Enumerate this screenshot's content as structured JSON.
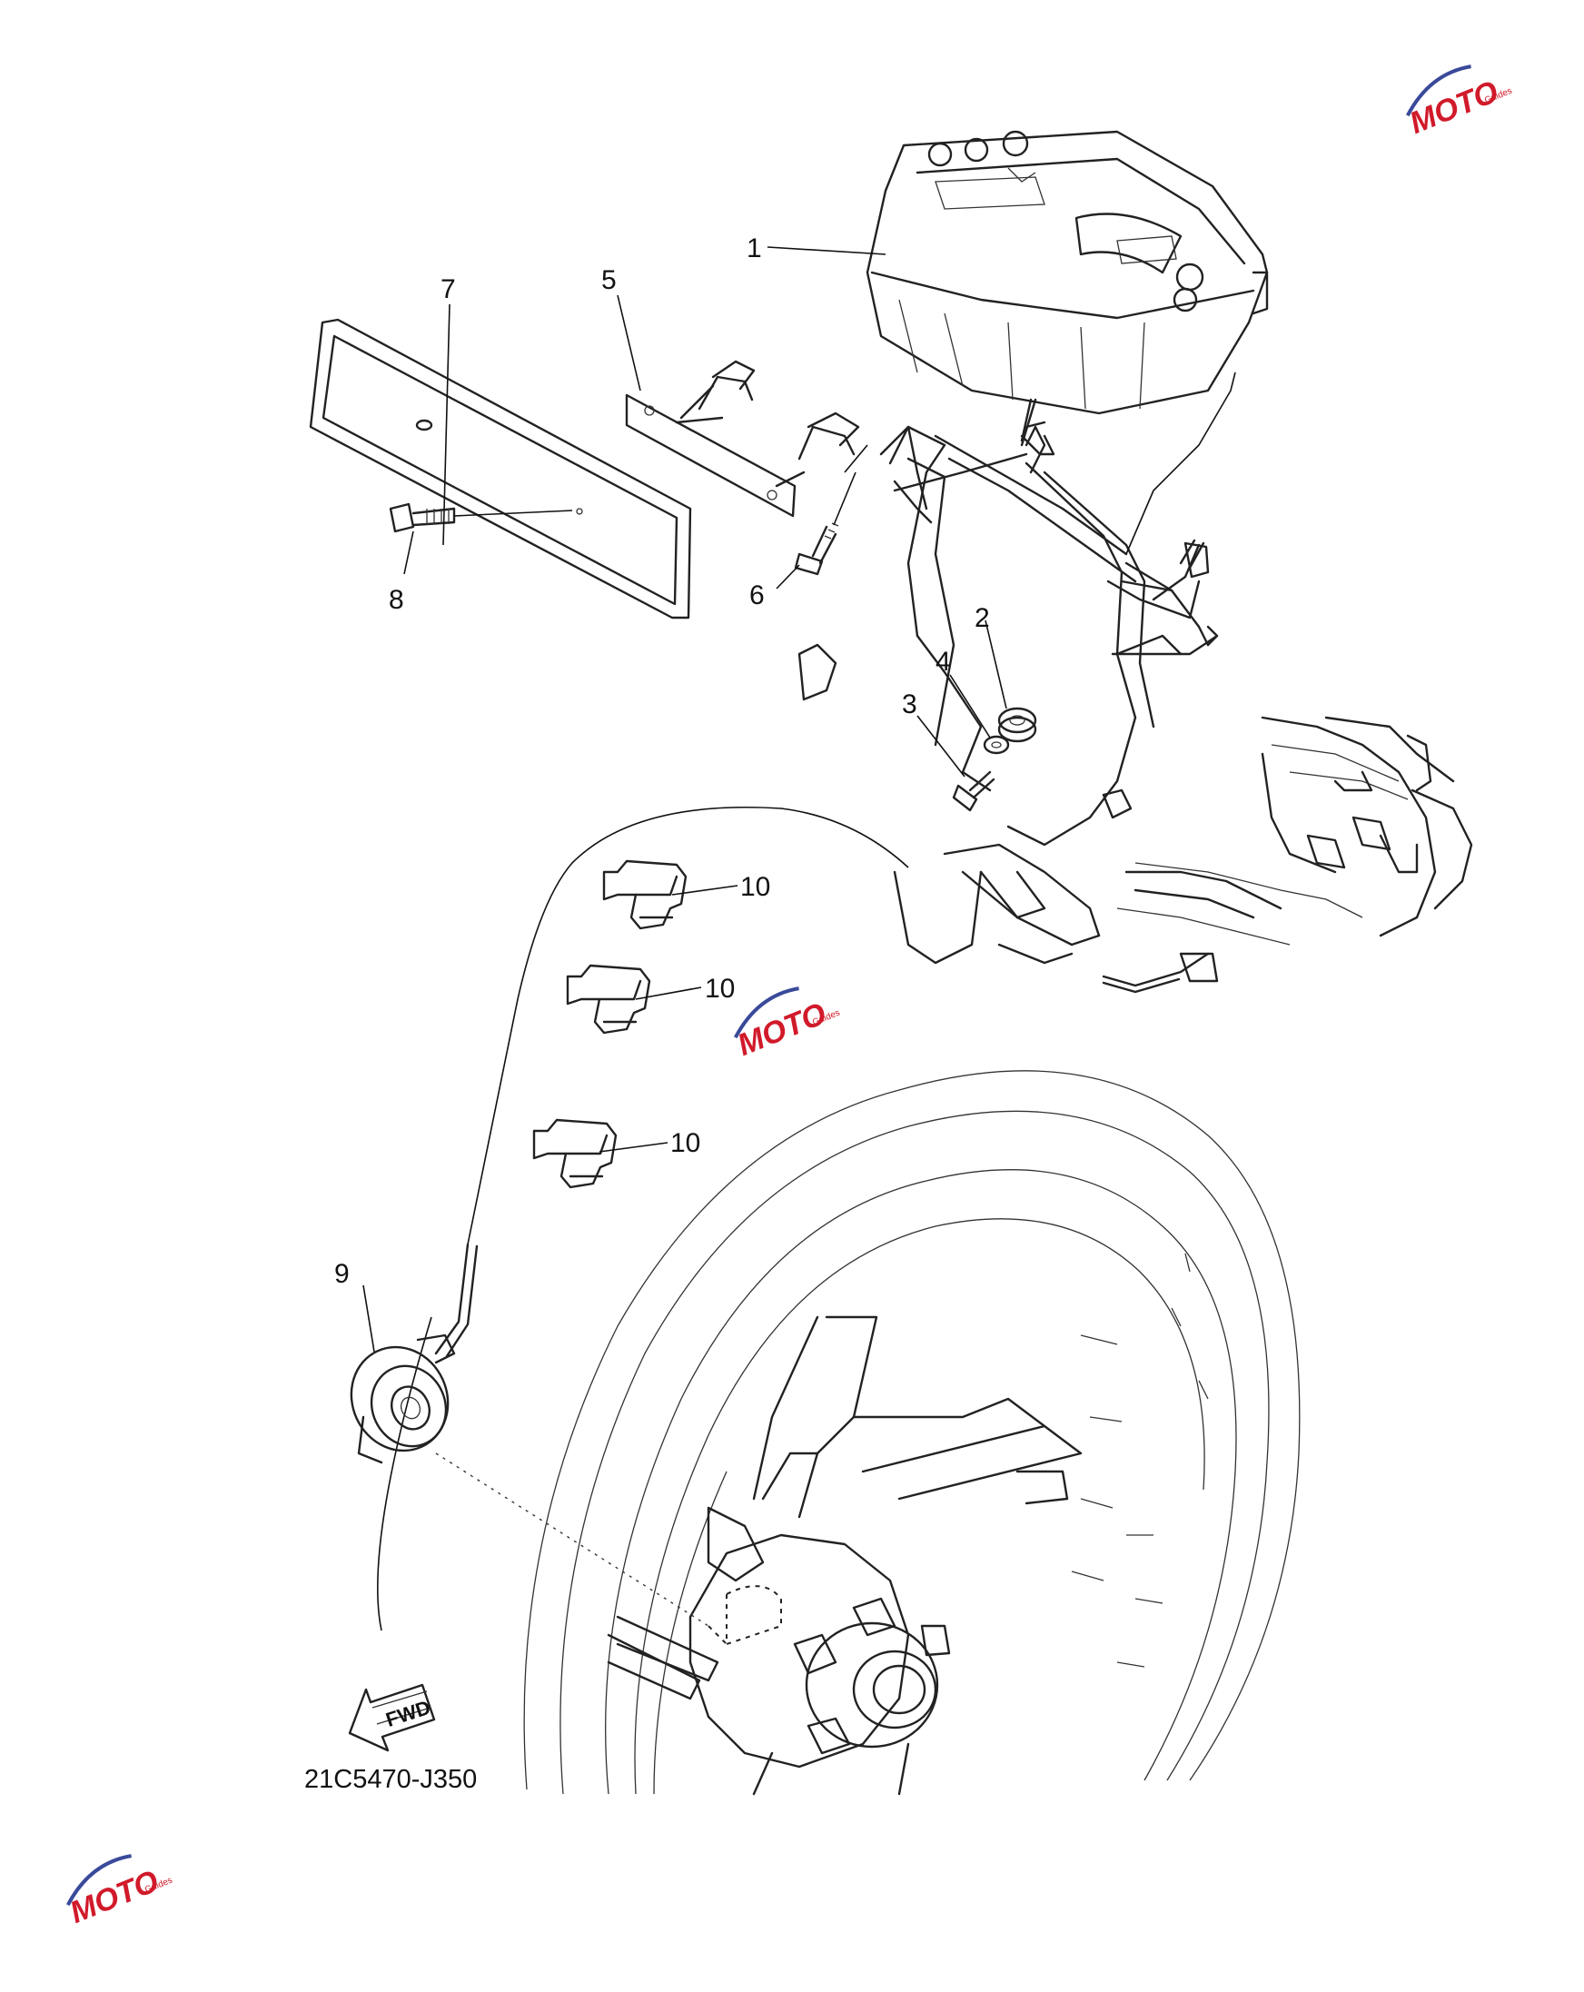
{
  "callouts": [
    {
      "id": "1",
      "text": "1"
    },
    {
      "id": "2",
      "text": "2"
    },
    {
      "id": "3",
      "text": "3"
    },
    {
      "id": "4",
      "text": "4"
    },
    {
      "id": "5",
      "text": "5"
    },
    {
      "id": "6",
      "text": "6"
    },
    {
      "id": "7",
      "text": "7"
    },
    {
      "id": "8",
      "text": "8"
    },
    {
      "id": "9",
      "text": "9"
    },
    {
      "id": "10a",
      "text": "10"
    },
    {
      "id": "10b",
      "text": "10"
    },
    {
      "id": "10c",
      "text": "10"
    }
  ],
  "direction_arrow": {
    "label": "FWD",
    "icon": "fwd-arrow-icon"
  },
  "diagram_code": "21C5470-J350",
  "watermark": {
    "text": "MOTO",
    "sub": "Guides",
    "color": "#d11a2a",
    "swoosh_color": "#3a4a9a"
  }
}
